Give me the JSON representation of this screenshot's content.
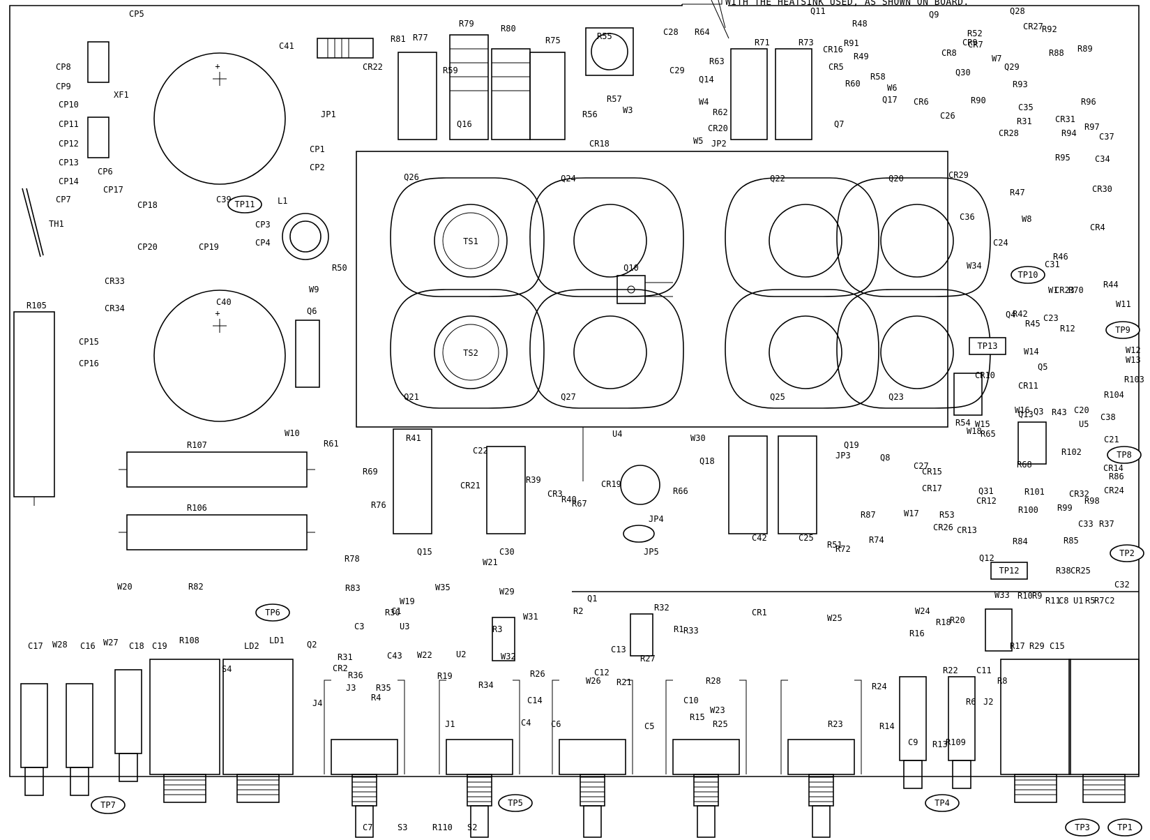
{
  "note": "WITH THE HEATSINK USED, AS SHOWN ON BOARD.",
  "test_points": [
    "TP1",
    "TP2",
    "TP3",
    "TP4",
    "TP5",
    "TP6",
    "TP7",
    "TP8",
    "TP9",
    "TP10",
    "TP11",
    "TP12",
    "TP13"
  ],
  "transistors": [
    "TS1",
    "TS2"
  ],
  "big_caps": [
    {
      "label": "C39",
      "polarity": "+"
    },
    {
      "label": "C40",
      "polarity": "+"
    }
  ],
  "heatsink_devices": [
    "Q26",
    "Q24",
    "Q22",
    "Q20",
    "Q21",
    "Q27",
    "Q25",
    "Q23",
    "Q10"
  ],
  "labels": [
    "CP5",
    "CP8",
    "CP9",
    "CP10",
    "CP11",
    "CP12",
    "CP13",
    "CP14",
    "CP7",
    "CP6",
    "CP17",
    "CP18",
    "CP20",
    "CP19",
    "CP1",
    "CP2",
    "CP3",
    "CP4",
    "CP15",
    "CP16",
    "XF1",
    "TH1",
    "CR33",
    "CR34",
    "R105",
    "R107",
    "R106",
    "L1",
    "C41",
    "R81",
    "R77",
    "CR22",
    "JP1",
    "R79",
    "R80",
    "R75",
    "R59",
    "Q16",
    "R55",
    "C28",
    "R64",
    "R63",
    "C29",
    "Q14",
    "W4",
    "R57",
    "R56",
    "W3",
    "CR18",
    "R62",
    "CR20",
    "W5",
    "JP2",
    "Q11",
    "R71",
    "R73",
    "CR16",
    "CR5",
    "R48",
    "R91",
    "R49",
    "R60",
    "R58",
    "W6",
    "Q7",
    "Q17",
    "CR6",
    "C26",
    "Q9",
    "R52",
    "CR7",
    "CR8",
    "CR9",
    "CR27",
    "Q28",
    "R92",
    "W7",
    "Q30",
    "Q29",
    "R88",
    "R89",
    "R90",
    "R93",
    "C35",
    "R31",
    "CR31",
    "CR28",
    "R94",
    "R95",
    "R96",
    "R97",
    "C37",
    "C34",
    "CR29",
    "CR30",
    "C36",
    "R47",
    "W8",
    "C24",
    "R46",
    "CR4",
    "R50",
    "W9",
    "Q6",
    "W10",
    "R61",
    "W34",
    "C31",
    "W1",
    "CR23",
    "R70",
    "R44",
    "W11",
    "R45",
    "C23",
    "R42",
    "Q4",
    "R12",
    "W12",
    "W13",
    "W14",
    "Q5",
    "CR10",
    "CR11",
    "R103",
    "R104",
    "W15",
    "W16",
    "R43",
    "C20",
    "U5",
    "C38",
    "C21",
    "Q3",
    "R41",
    "C22",
    "U4",
    "W30",
    "Q18",
    "JP3",
    "W18",
    "R65",
    "Q19",
    "C27",
    "Q8",
    "CR15",
    "Q13",
    "R54",
    "R68",
    "CR14",
    "R86",
    "R102",
    "R39",
    "CR3",
    "R40",
    "R67",
    "CR19",
    "R66",
    "CR21",
    "Q15",
    "C30",
    "R69",
    "R76",
    "R78",
    "JP4",
    "JP5",
    "C42",
    "C25",
    "R51",
    "R72",
    "R74",
    "R87",
    "CR17",
    "CR26",
    "W17",
    "R53",
    "CR12",
    "CR13",
    "Q12",
    "Q31",
    "R101",
    "R100",
    "R99",
    "CR32",
    "R98",
    "CR24",
    "R84",
    "R85",
    "C33",
    "R37",
    "R38",
    "CR25",
    "C32",
    "W21",
    "W20",
    "R82",
    "R83",
    "W19",
    "W35",
    "W29",
    "W31",
    "Q1",
    "R32",
    "CR1",
    "W25",
    "W24",
    "R16",
    "R18",
    "R20",
    "W33",
    "R10",
    "R9",
    "R11",
    "C8",
    "U1",
    "R5",
    "R7",
    "C2",
    "C3",
    "C1",
    "R3",
    "R2",
    "R1",
    "R33",
    "R30",
    "U3",
    "W22",
    "U2",
    "R19",
    "C43",
    "R31",
    "CR2",
    "Q2",
    "W27",
    "W28",
    "C17",
    "C16",
    "C18",
    "C19",
    "R108",
    "LD2",
    "LD1",
    "S4",
    "J4",
    "R36",
    "J3",
    "R35",
    "W32",
    "R34",
    "R26",
    "C14",
    "C13",
    "C12",
    "W26",
    "R27",
    "R21",
    "R28",
    "C10",
    "R15",
    "W23",
    "R22",
    "C11",
    "R17",
    "R29",
    "C15",
    "R8",
    "R6",
    "J2",
    "R4",
    "J1",
    "C4",
    "C6",
    "C5",
    "R25",
    "R23",
    "R24",
    "R14",
    "C9",
    "R13",
    "R109",
    "C7",
    "S3",
    "R110",
    "S2"
  ]
}
